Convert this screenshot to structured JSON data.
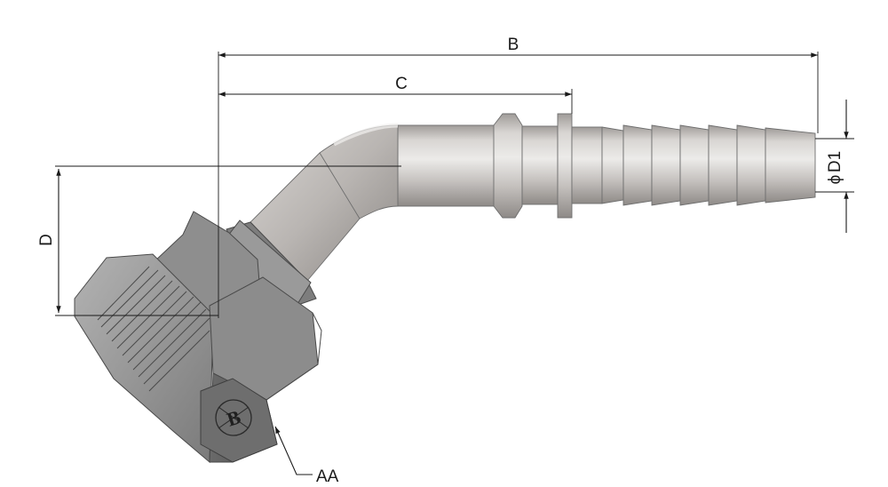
{
  "drawing": {
    "dimensions": {
      "b": "B",
      "c": "C",
      "d": "D",
      "d1_symbol": "ϕ",
      "d1": "D1",
      "aa": "AA"
    },
    "logo_text": "B",
    "colors": {
      "background": "#ffffff",
      "line": "#1a1a1a",
      "stainless_light": "#e3e1df",
      "stainless_mid": "#bdb9b6",
      "stainless_dark": "#8f8b88",
      "nut_light": "#a9a9a9",
      "nut_mid": "#8a8a8a",
      "nut_dark": "#5c5c5c"
    }
  }
}
